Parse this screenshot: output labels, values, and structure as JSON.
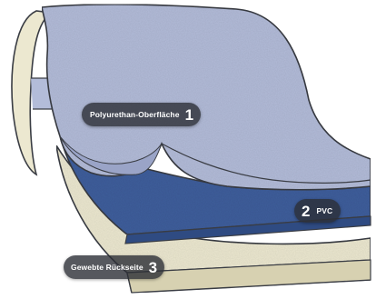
{
  "layers": [
    {
      "number": "1",
      "label": "Polyurethan-Oberfläche",
      "color": "#b3bcd9"
    },
    {
      "number": "2",
      "label": "PVC",
      "color": "#3f5e9c"
    },
    {
      "number": "3",
      "label": "Gewebte Rückseite",
      "color": "#ece8d0"
    }
  ],
  "colors": {
    "outline": "#3a3d44",
    "top_layer": "#b3bcd9",
    "top_layer_dark": "#9aa4c7",
    "pvc_layer": "#3f5e9c",
    "pvc_layer_dark": "#2f4b82",
    "backing_layer": "#ece8d0",
    "backing_layer_dark": "#d7d1b1",
    "badge_background": "#2c2e36"
  }
}
